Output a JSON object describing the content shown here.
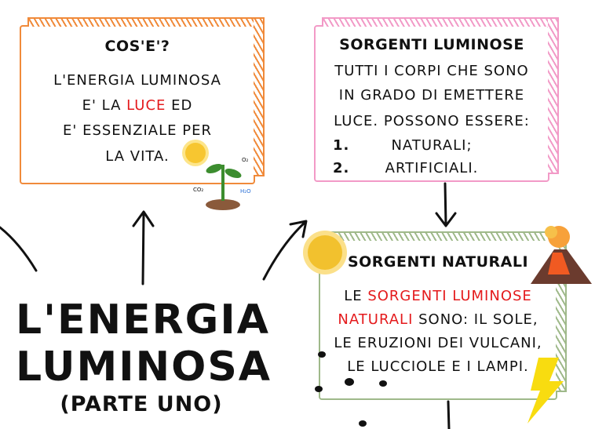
{
  "cose_box": {
    "title": "COS'E'?",
    "line1": "L'ENERGIA LUMINOSA",
    "line2_pre": "E' LA ",
    "line2_red": "LUCE",
    "line2_post": " ED",
    "line3": "E' ESSENZIALE PER",
    "line4": "LA VITA."
  },
  "sorgenti_box": {
    "title": "SORGENTI LUMINOSE",
    "line1": "TUTTI I CORPI CHE SONO",
    "line2": "IN GRADO DI EMETTERE",
    "line3": "LUCE. POSSONO ESSERE:",
    "items": [
      {
        "num": "1.",
        "label": "NATURALI;"
      },
      {
        "num": "2.",
        "label": "ARTIFICIALI."
      }
    ]
  },
  "naturali_box": {
    "title": "SORGENTI NATURALI",
    "line1_pre": "LE ",
    "line1_red": "SORGENTI LUMINOSE",
    "line2_red": "NATURALI",
    "line2_post": " SONO: IL SOLE,",
    "line3": "LE ERUZIONI DEI VULCANI,",
    "line4": "LE LUCCIOLE E I LAMPI."
  },
  "main_title": {
    "line1": "L'ENERGIA",
    "line2": "LUMINOSA",
    "subtitle": "(PARTE UNO)"
  },
  "plant_labels": {
    "o2": "O₂",
    "co2": "CO₂",
    "h2o": "H₂O"
  },
  "colors": {
    "orange": "#f08a3a",
    "pink": "#f29ac7",
    "green": "#9fb98a",
    "red": "#e41a1c"
  }
}
